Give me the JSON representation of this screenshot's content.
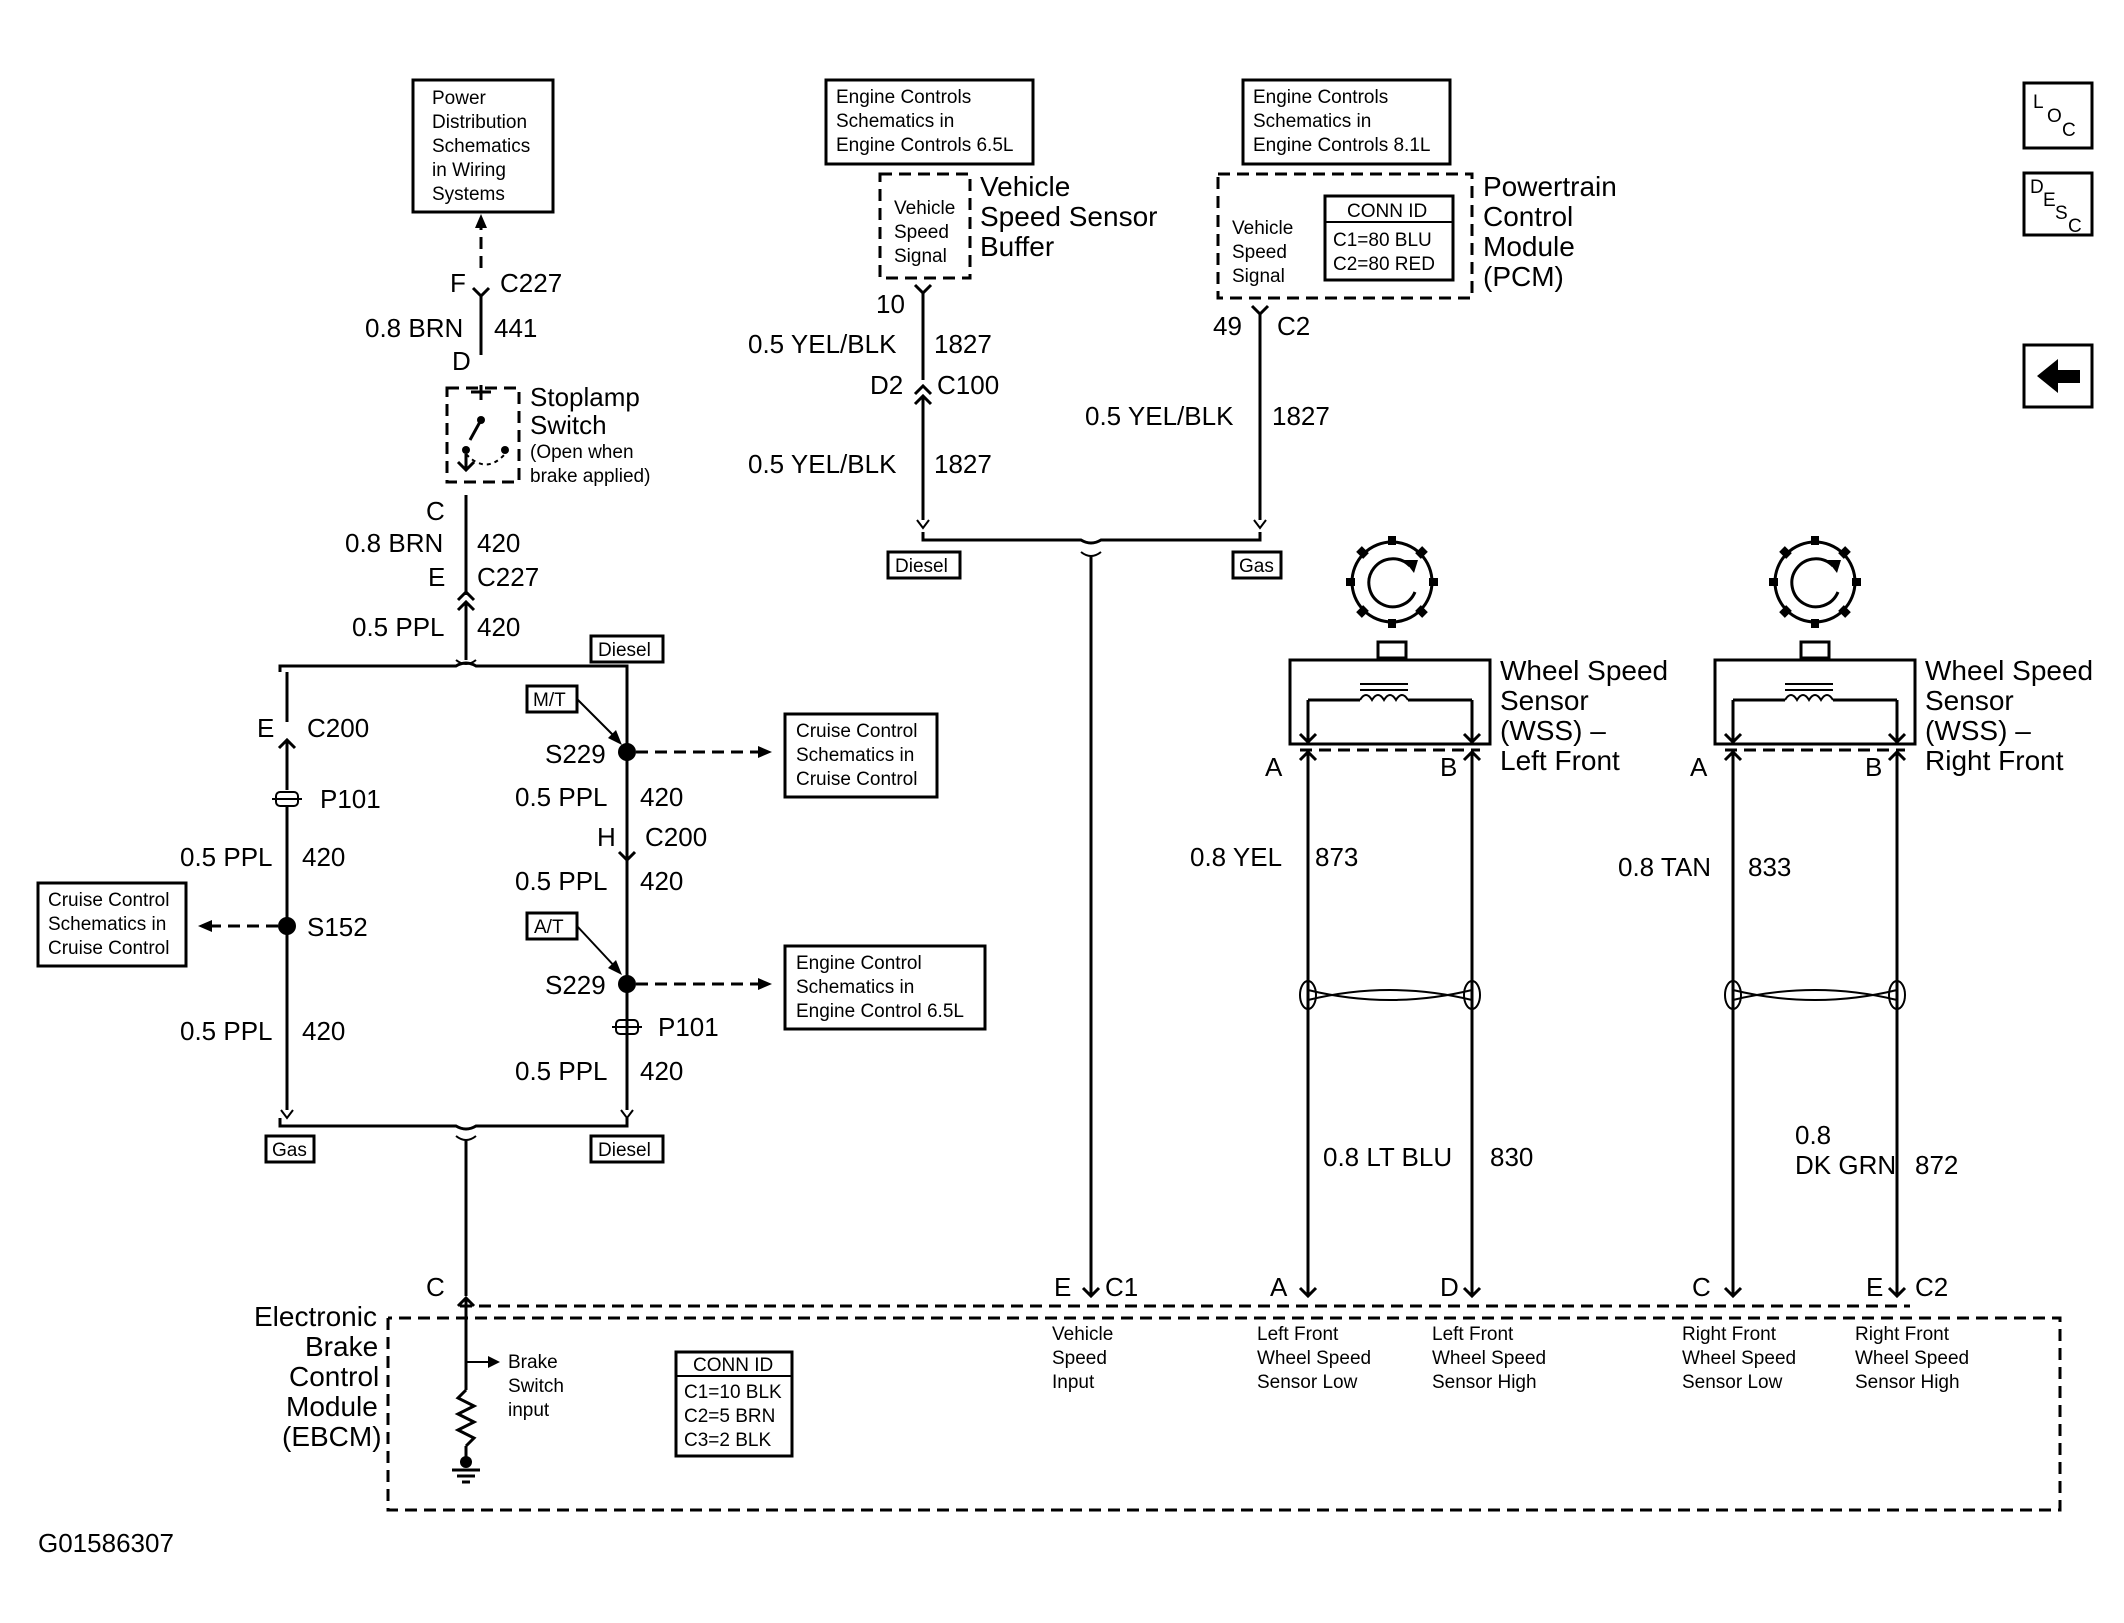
{
  "refs": {
    "power_distribution": [
      "Power",
      "Distribution",
      "Schematics",
      "in Wiring",
      "Systems"
    ],
    "engine_65": [
      "Engine Controls",
      "Schematics in",
      "Engine Controls 6.5L"
    ],
    "engine_81": [
      "Engine Controls",
      "Schematics in",
      "Engine Controls 8.1L"
    ],
    "cruise_right": [
      "Cruise Control",
      "Schematics in",
      "Cruise Control"
    ],
    "cruise_left": [
      "Cruise Control",
      "Schematics in",
      "Cruise Control"
    ],
    "engine_control_65": [
      "Engine Control",
      "Schematics in",
      "Engine Control 6.5L"
    ]
  },
  "nav": {
    "loc": [
      "L",
      "O",
      "C"
    ],
    "desc": [
      "D",
      "E",
      "S",
      "C"
    ],
    "back_icon": "left-arrow-icon"
  },
  "components": {
    "vss_buffer": {
      "title": [
        "Vehicle",
        "Speed Sensor",
        "Buffer"
      ],
      "signal": [
        "Vehicle",
        "Speed",
        "Signal"
      ]
    },
    "pcm": {
      "title": [
        "Powertrain",
        "Control",
        "Module",
        "(PCM)"
      ],
      "signal": [
        "Vehicle",
        "Speed",
        "Signal"
      ],
      "conn_title": "CONN ID",
      "conn": [
        "C1=80 BLU",
        "C2=80 RED"
      ]
    },
    "stoplamp": {
      "title": [
        "Stoplamp",
        "Switch"
      ],
      "note": [
        "(Open when",
        "brake applied)"
      ]
    },
    "wss_lf": {
      "title": [
        "Wheel Speed",
        "Sensor",
        "(WSS) –",
        "Left Front"
      ]
    },
    "wss_rf": {
      "title": [
        "Wheel Speed",
        "Sensor",
        "(WSS) –",
        "Right Front"
      ]
    },
    "ebcm": {
      "title": [
        "Electronic",
        "Brake",
        "Control",
        "Module",
        "(EBCM)"
      ],
      "conn_title": "CONN ID",
      "conn": [
        "C1=10 BLK",
        "C2=5 BRN",
        "C3=2 BLK"
      ],
      "brake_input": [
        "Brake",
        "Switch",
        "input"
      ]
    }
  },
  "tags": {
    "diesel": "Diesel",
    "gas": "Gas",
    "mt": "M/T",
    "at": "A/T"
  },
  "labels": {
    "c227_f": "F",
    "c227": "C227",
    "w441_size": "0.8 BRN",
    "w441": "441",
    "pin_d": "D",
    "pin_c": "C",
    "w420_size": "0.8 BRN",
    "w420": "420",
    "pin_e": "E",
    "c227_e": "C227",
    "ppl": "0.5 PPL",
    "w420b": "420",
    "e_c200": "E",
    "c200": "C200",
    "p101": "P101",
    "s152": "S152",
    "s229": "S229",
    "h": "H",
    "c200b": "C200",
    "vss_pin": "10",
    "yel_blk": "0.5 YEL/BLK",
    "w1827": "1827",
    "d2": "D2",
    "c100": "C100",
    "pcm_pin": "49",
    "c2": "C2",
    "wss_a": "A",
    "wss_b": "B",
    "yel": "0.8 YEL",
    "w873": "873",
    "tan": "0.8 TAN",
    "w833": "833",
    "ltblu": "0.8 LT BLU",
    "w830": "830",
    "dkgrn_a": "0.8",
    "dkgrn_b": "DK GRN",
    "w872": "872",
    "ebcm_c": "C",
    "ebcm_e": "E",
    "c1": "C1",
    "ebcm_a": "A",
    "ebcm_d": "D",
    "ebcm_c2pin": "C",
    "ebcm_e2": "E",
    "c2b": "C2",
    "figure_id": "G01586307"
  },
  "pins": {
    "vss_input": [
      "Vehicle",
      "Speed",
      "Input"
    ],
    "lf_low": [
      "Left Front",
      "Wheel Speed",
      "Sensor Low"
    ],
    "lf_high": [
      "Left Front",
      "Wheel Speed",
      "Sensor High"
    ],
    "rf_low": [
      "Right Front",
      "Wheel Speed",
      "Sensor Low"
    ],
    "rf_high": [
      "Right Front",
      "Wheel Speed",
      "Sensor High"
    ]
  }
}
